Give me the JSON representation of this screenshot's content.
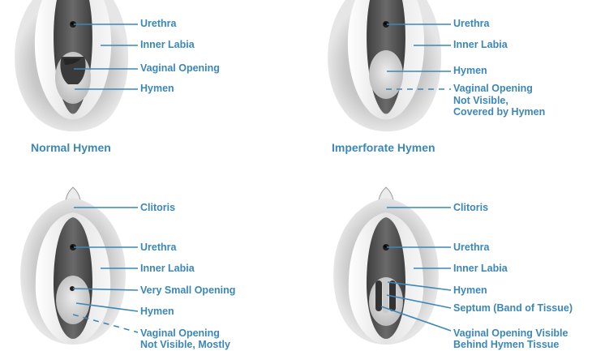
{
  "colors": {
    "label": "#3a87b8",
    "leader_line": "#3a87b8",
    "outer_tissue": "#cfcfcf",
    "labia": "#ececec",
    "vestibule": "#5a5a5a",
    "hymen": "#d6d6d6",
    "opening": "#3d3d3d"
  },
  "panels": {
    "normal": {
      "title": "Normal Hymen",
      "labels": {
        "urethra": "Urethra",
        "inner_labia": "Inner Labia",
        "vaginal_opening": "Vaginal Opening",
        "hymen": "Hymen"
      }
    },
    "imperforate": {
      "title": "Imperforate Hymen",
      "labels": {
        "urethra": "Urethra",
        "inner_labia": "Inner Labia",
        "hymen": "Hymen",
        "vaginal_opening_1": "Vaginal Opening",
        "vaginal_opening_2": "Not Visible,",
        "vaginal_opening_3": "Covered by Hymen"
      }
    },
    "microperforate": {
      "labels": {
        "clitoris": "Clitoris",
        "urethra": "Urethra",
        "inner_labia": "Inner Labia",
        "small_opening": "Very Small Opening",
        "hymen": "Hymen",
        "vaginal_opening_1": "Vaginal Opening",
        "vaginal_opening_2": "Not Visible, Mostly"
      }
    },
    "septate": {
      "labels": {
        "clitoris": "Clitoris",
        "urethra": "Urethra",
        "inner_labia": "Inner Labia",
        "hymen": "Hymen",
        "septum": "Septum (Band of Tissue)",
        "vaginal_opening_1": "Vaginal Opening Visible",
        "vaginal_opening_2": "Behind Hymen Tissue"
      }
    }
  }
}
